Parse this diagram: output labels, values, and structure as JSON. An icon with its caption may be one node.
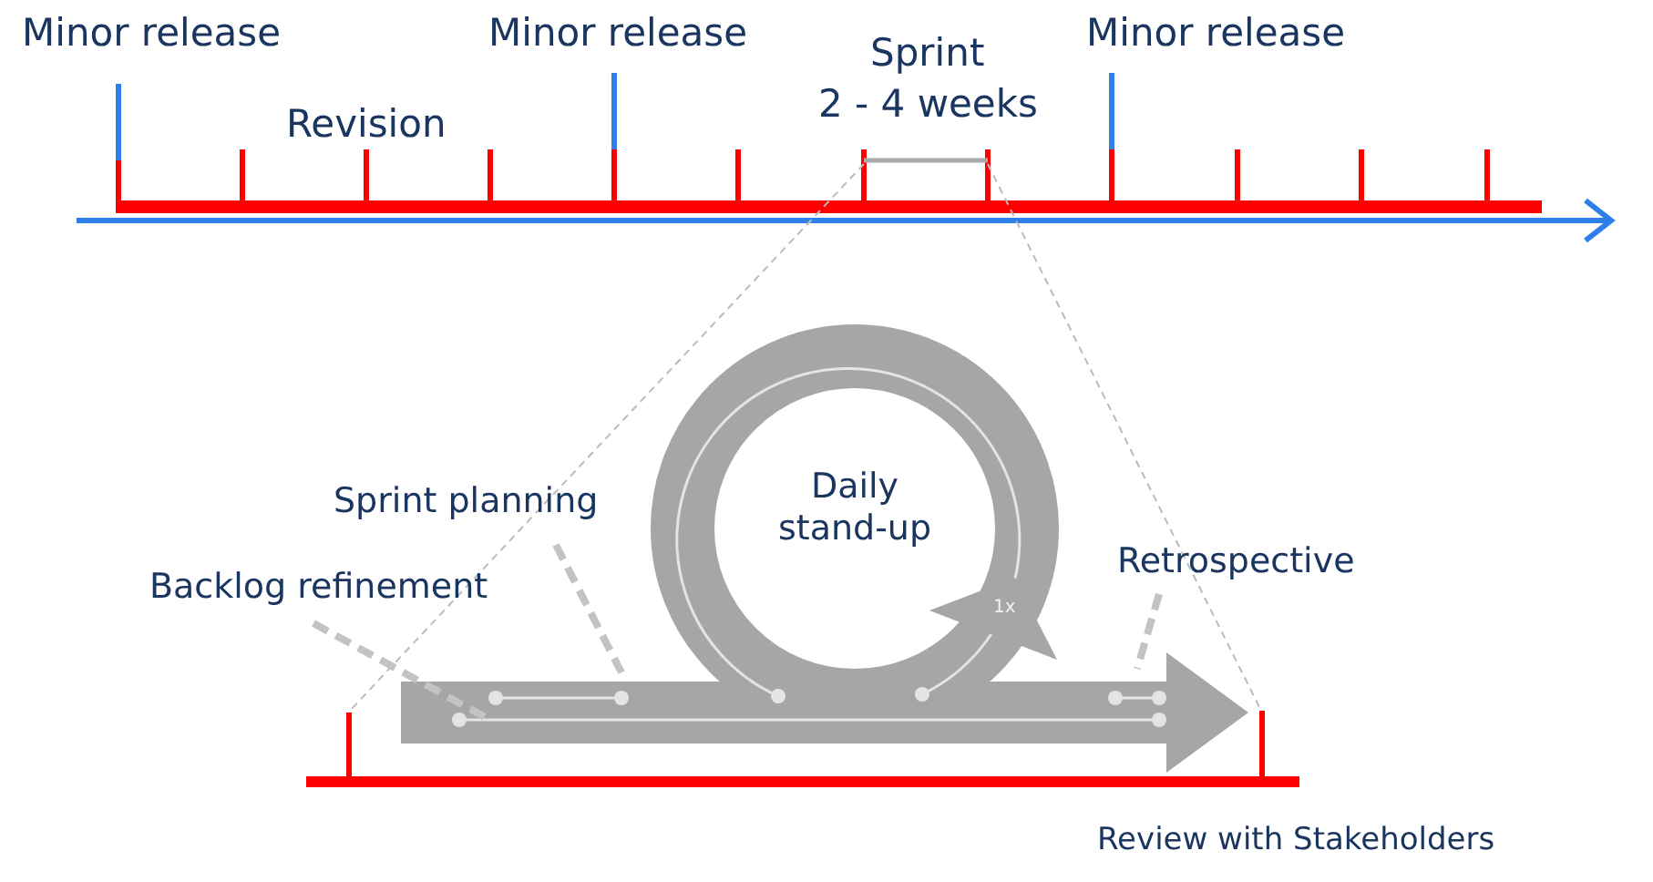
{
  "diagram": {
    "nodes": [
      {
        "text": [
          "Sprint planning"
        ]
      },
      {
        "text": [
          "Backlog refinement"
        ]
      },
      {
        "text": [
          "Retrospective"
        ]
      }
    ],
    "edges": [
      {
        "from": 1,
        "to": null,
        "arrow": "none",
        "style": "dashed"
      },
      {
        "from": 0,
        "to": null,
        "arrow": "none",
        "style": "dashed"
      },
      {
        "from": 2,
        "to": null,
        "arrow": "none",
        "style": "dashed"
      }
    ],
    "labels": [
      "Minor release",
      "Minor release",
      "Sprint",
      "2 - 4 weeks",
      "Minor release",
      "Revision",
      "Daily stand-up",
      "1x",
      "Review with Stakeholders"
    ]
  }
}
